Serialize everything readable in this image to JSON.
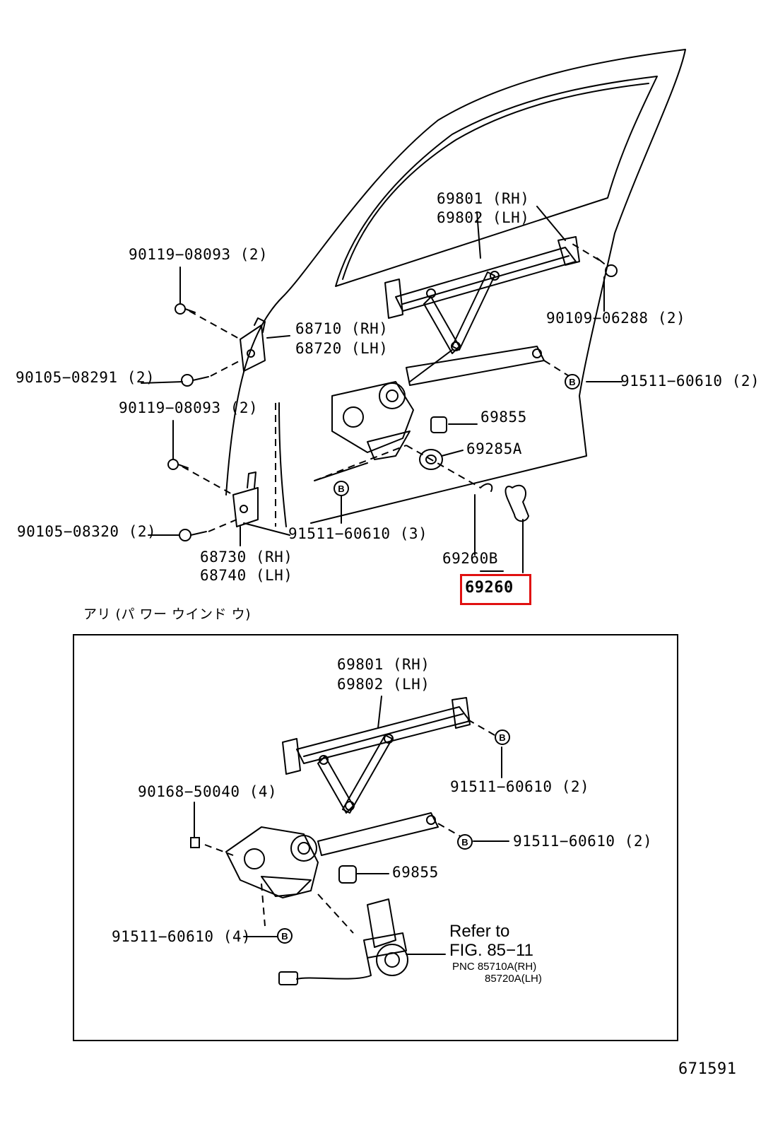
{
  "labels": {
    "p69801_rh_top": "69801 (RH)",
    "p69802_lh_top": "69802 (LH)",
    "p90119_a": "90119−08093 (2)",
    "p68710": "68710 (RH)",
    "p68720": "68720 (LH)",
    "p90109": "90109−06288 (2)",
    "p90105_a": "90105−08291 (2)",
    "p91511_r": "91511−60610 (2)",
    "p90119_b": "90119−08093 (2)",
    "p69855_top": "69855",
    "p69285a": "69285A",
    "p90105_b": "90105−08320 (2)",
    "p91511_3": "91511−60610 (3)",
    "p68730": "68730 (RH)",
    "p68740": "68740 (LH)",
    "p69260b": "69260B",
    "p69260": "69260",
    "variant_caption": "アリ (パ ワー  ウインド ウ)",
    "p69801_rh_in": "69801 (RH)",
    "p69802_lh_in": "69802 (LH)",
    "p91511_in_a": "91511−60610 (2)",
    "p90168": "90168−50040 (4)",
    "p91511_in_b": "91511−60610 (2)",
    "p69855_in": "69855",
    "p91511_in_4": "91511−60610 (4)",
    "refer_to": "Refer to",
    "fig_ref": "FIG. 85−11",
    "pnc_rh": "PNC 85710A(RH)",
    "pnc_lh": "85720A(LH)",
    "figure_number": "671591"
  },
  "markers": {
    "b_symbol": "B"
  },
  "colors": {
    "highlight": "#e01010",
    "line": "#000000"
  }
}
